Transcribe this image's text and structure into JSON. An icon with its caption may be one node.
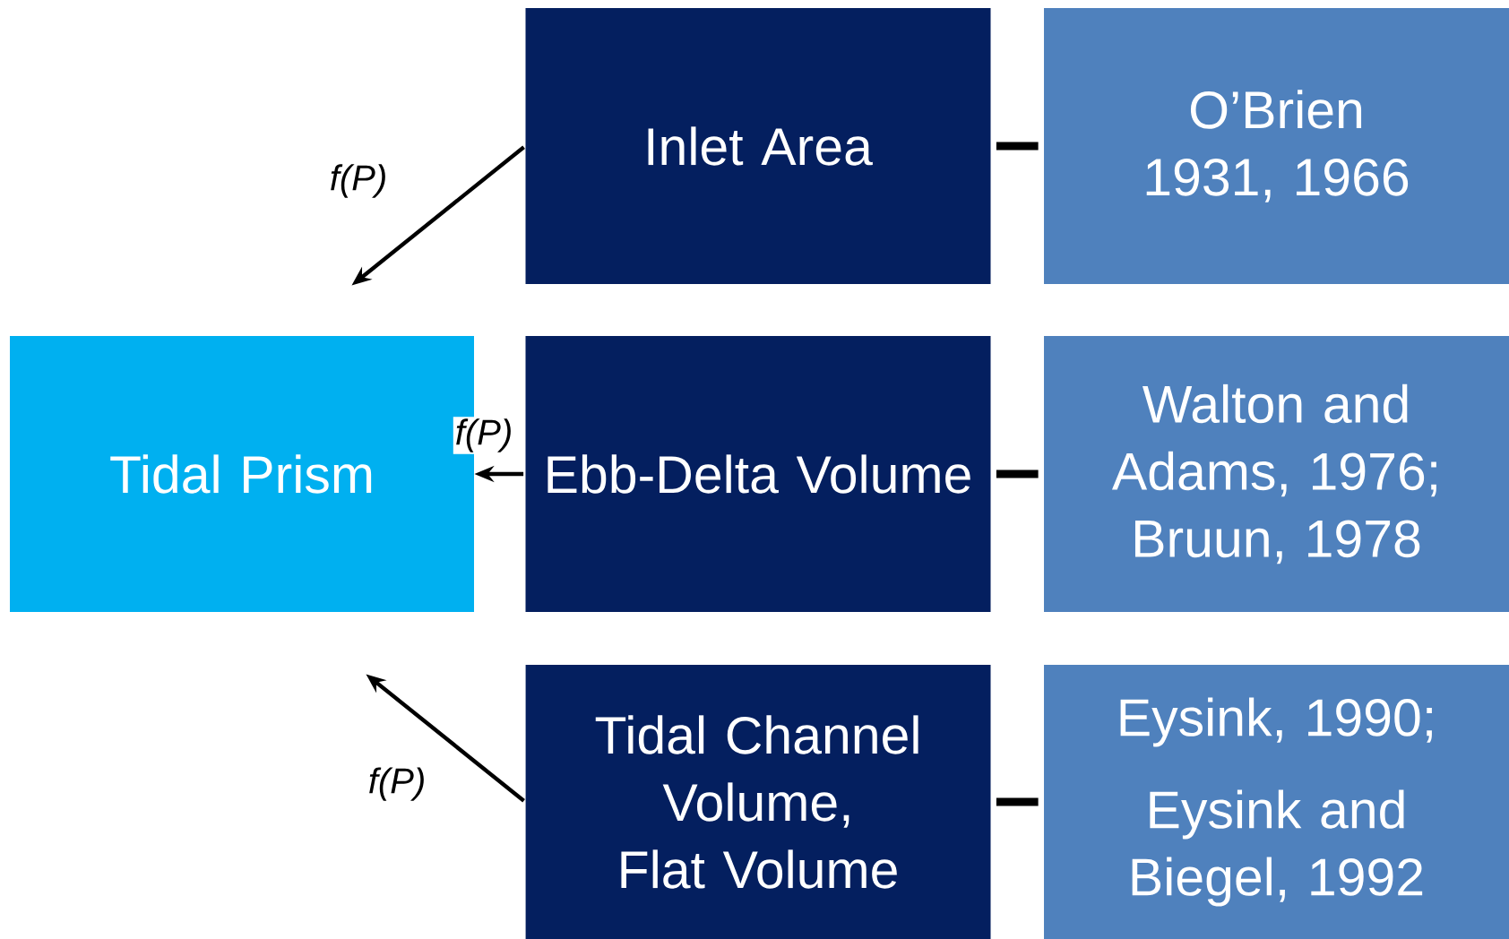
{
  "diagram": {
    "nodes": [
      {
        "text": [
          "Tidal Prism"
        ]
      },
      {
        "text": [
          "Inlet Area"
        ]
      },
      {
        "text": [
          "O’Brien 1931, 1966"
        ]
      },
      {
        "text": [
          "Ebb-Delta Volume"
        ]
      },
      {
        "text": [
          "Walton and Adams, 1976; Bruun, 1978"
        ]
      },
      {
        "text": [
          "Tidal Channel Volume, Flat Volume"
        ]
      },
      {
        "text": [
          "Eysink, 1990;",
          "Eysink and Biegel, 1992"
        ]
      }
    ],
    "edges": [
      {
        "from": 1,
        "to": 0,
        "arrow": "to",
        "label": "f(P)"
      },
      {
        "from": 3,
        "to": 0,
        "arrow": "to",
        "label": "f(P)"
      },
      {
        "from": 5,
        "to": 0,
        "arrow": "to",
        "label": "f(P)"
      },
      {
        "from": 1,
        "to": 2,
        "arrow": "none",
        "style": "thick"
      },
      {
        "from": 3,
        "to": 4,
        "arrow": "none",
        "style": "thick"
      },
      {
        "from": 5,
        "to": 6,
        "arrow": "none",
        "style": "thick"
      }
    ]
  }
}
